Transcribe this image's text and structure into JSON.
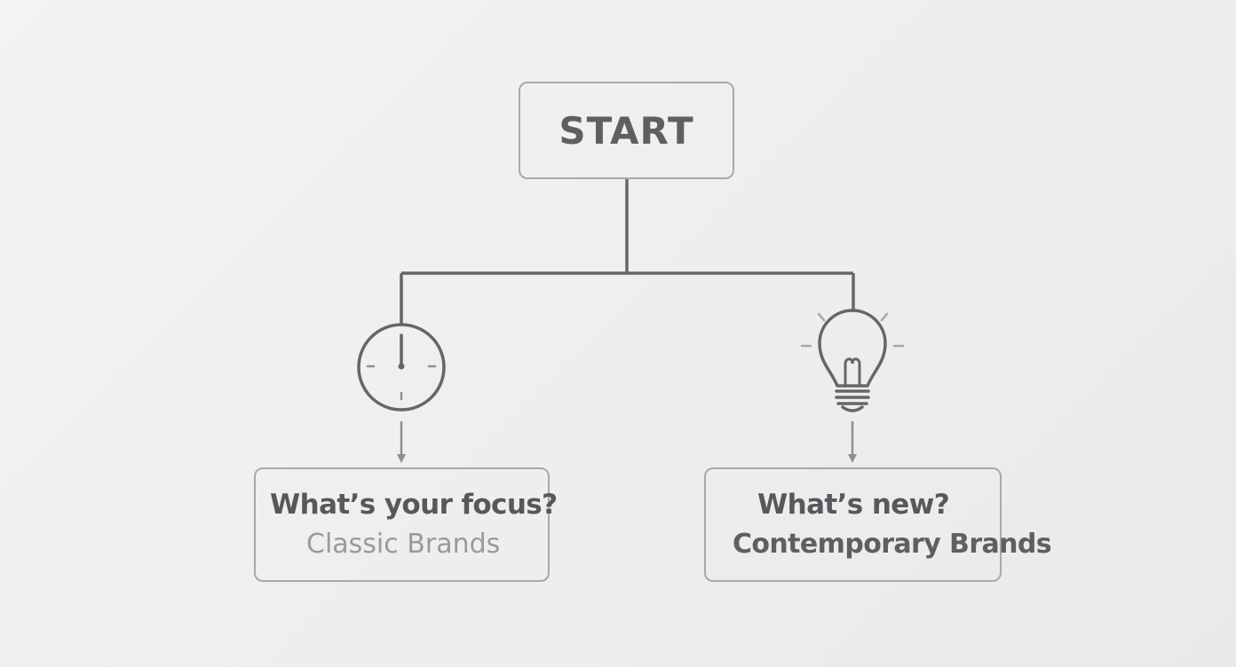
{
  "diagram": {
    "start": {
      "label": "START"
    },
    "branches": [
      {
        "icon": "clock-icon",
        "question": "What’s your focus?",
        "answer": "Classic Brands"
      },
      {
        "icon": "lightbulb-icon",
        "question": "What’s new?",
        "answer": "Contemporary Brands"
      }
    ]
  },
  "colors": {
    "background": "#f0f0ef",
    "line": "#666669",
    "box_border": "#a9a9ab",
    "text_dark": "#58585c",
    "text_light": "#9a9a9e"
  }
}
